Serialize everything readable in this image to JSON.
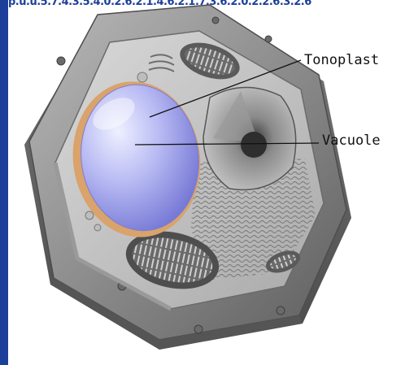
{
  "header_strip_text": "p.u.u.5.7.4.3.5.4.0.2.6.2.1.4.6.2.1.7.3.6.2.0.2.2.6.3.2.6",
  "labels": {
    "tonoplast": "Tonoplast",
    "vacuole": "Vacuole"
  },
  "colors": {
    "frame_bar": "#1c3f99",
    "vacuole": "#b4b6f2",
    "cell_wall": "#8e8e8e",
    "tonoplast_membrane": "#d9a36b"
  }
}
